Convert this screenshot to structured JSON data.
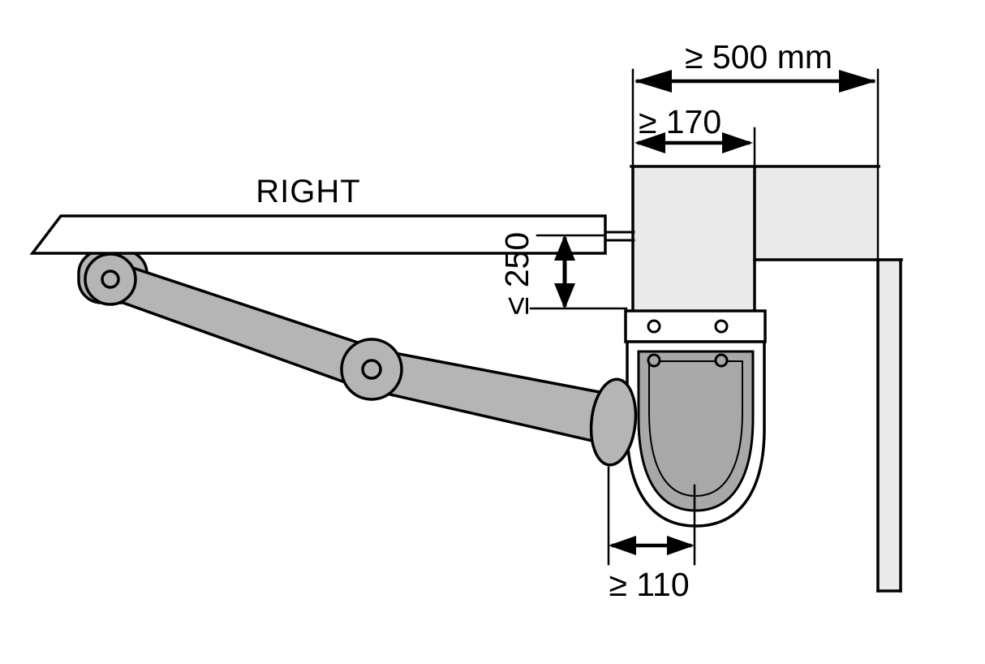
{
  "diagram": {
    "labels": {
      "gate_side": "RIGHT"
    },
    "dimensions": {
      "clearance_width": "≥ 500 mm",
      "pillar_width": "≥ 170",
      "hinge_setback": "≤ 250",
      "motor_center_offset": "≥ 110"
    },
    "colors": {
      "background": "#ffffff",
      "wall_fill": "#eaeaea",
      "arm_fill": "#b5b5b5",
      "motor_fill": "#a8a8a8",
      "casing_fill": "#ffffff",
      "outline": "#000000"
    }
  }
}
